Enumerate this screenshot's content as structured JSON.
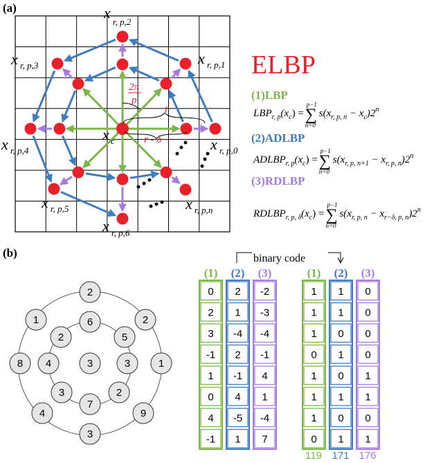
{
  "panel_a": {
    "label": "(a)",
    "title": "ELBP",
    "center_label": "x",
    "center_sub": "c",
    "point_label": "x",
    "point_subs": [
      "r, p,0",
      "r, p,1",
      "r, p,2",
      "r, p,3",
      "r, p,4",
      "r, p,5",
      "r, p,6",
      "r, p,n"
    ],
    "angle_num": "2π",
    "angle_den": "p",
    "radius_label": "r",
    "delta_label": "r - δ",
    "lbp_heading": "(1)LBP",
    "adlbp_heading": "(2)ADLBP",
    "rdlbp_heading": "(3)RDLBP",
    "lbp_formula": {
      "lhs": "LBP",
      "lhs_sub": "r, p",
      "arg": "(x",
      "arg_sub": "c",
      "eq": ") =",
      "sum_top": "p−1",
      "sum_bot": "n=0",
      "body": "s(x",
      "body_sub": "r, p, n",
      "minus": " − x",
      "minus_sub": "c",
      "tail": ")2",
      "tail_sup": "n"
    },
    "adlbp_formula": {
      "lhs": "ADLBP",
      "lhs_sub": "r, p",
      "arg": "(x",
      "arg_sub": "c",
      "eq": ") =",
      "sum_top": "p−1",
      "sum_bot": "n=0",
      "body": "s(x",
      "body_sub": "r, p, n+1",
      "minus": " − x",
      "minus_sub": "r, p, n",
      "tail": ")2",
      "tail_sup": "n"
    },
    "rdlbp_formula": {
      "lhs": "RDLBP",
      "lhs_sub": "r, p, δ",
      "arg": "(x",
      "arg_sub": "c",
      "eq": ") =",
      "sum_top": "p−1",
      "sum_bot": "n=0",
      "body": "s(x",
      "body_sub": "r, p, n",
      "minus": " − x",
      "minus_sub": "r−δ, p, n",
      "tail": ")2",
      "tail_sup": "n"
    }
  },
  "panel_b": {
    "label": "(b)",
    "binary_label": "binary code",
    "col_headers": [
      "(1)",
      "(2)",
      "(3)"
    ],
    "center_value": "3",
    "inner_ring": [
      "6",
      "5",
      "3",
      "2",
      "7",
      "3",
      "4",
      "2"
    ],
    "outer_ring": [
      "2",
      "2",
      "1",
      "9",
      "3",
      "4",
      "8",
      "1"
    ],
    "values_1": [
      "0",
      "2",
      "3",
      "-1",
      "1",
      "0",
      "4",
      "-1"
    ],
    "values_2": [
      "2",
      "1",
      "-4",
      "2",
      "-1",
      "4",
      "-5",
      "1"
    ],
    "values_3": [
      "-2",
      "-3",
      "-4",
      "-1",
      "4",
      "1",
      "-4",
      "7"
    ],
    "bits_1": [
      "1",
      "1",
      "1",
      "0",
      "1",
      "1",
      "1",
      "0"
    ],
    "bits_2": [
      "1",
      "1",
      "0",
      "1",
      "0",
      "1",
      "0",
      "1"
    ],
    "bits_3": [
      "0",
      "0",
      "0",
      "0",
      "1",
      "1",
      "0",
      "1"
    ],
    "codes": [
      "119",
      "171",
      "176"
    ]
  },
  "colors": {
    "green": "#7ab648",
    "blue": "#3f7bbf",
    "purple": "#a57be0",
    "red_node": "#e8202a",
    "elbp_red": "#e8202a"
  }
}
